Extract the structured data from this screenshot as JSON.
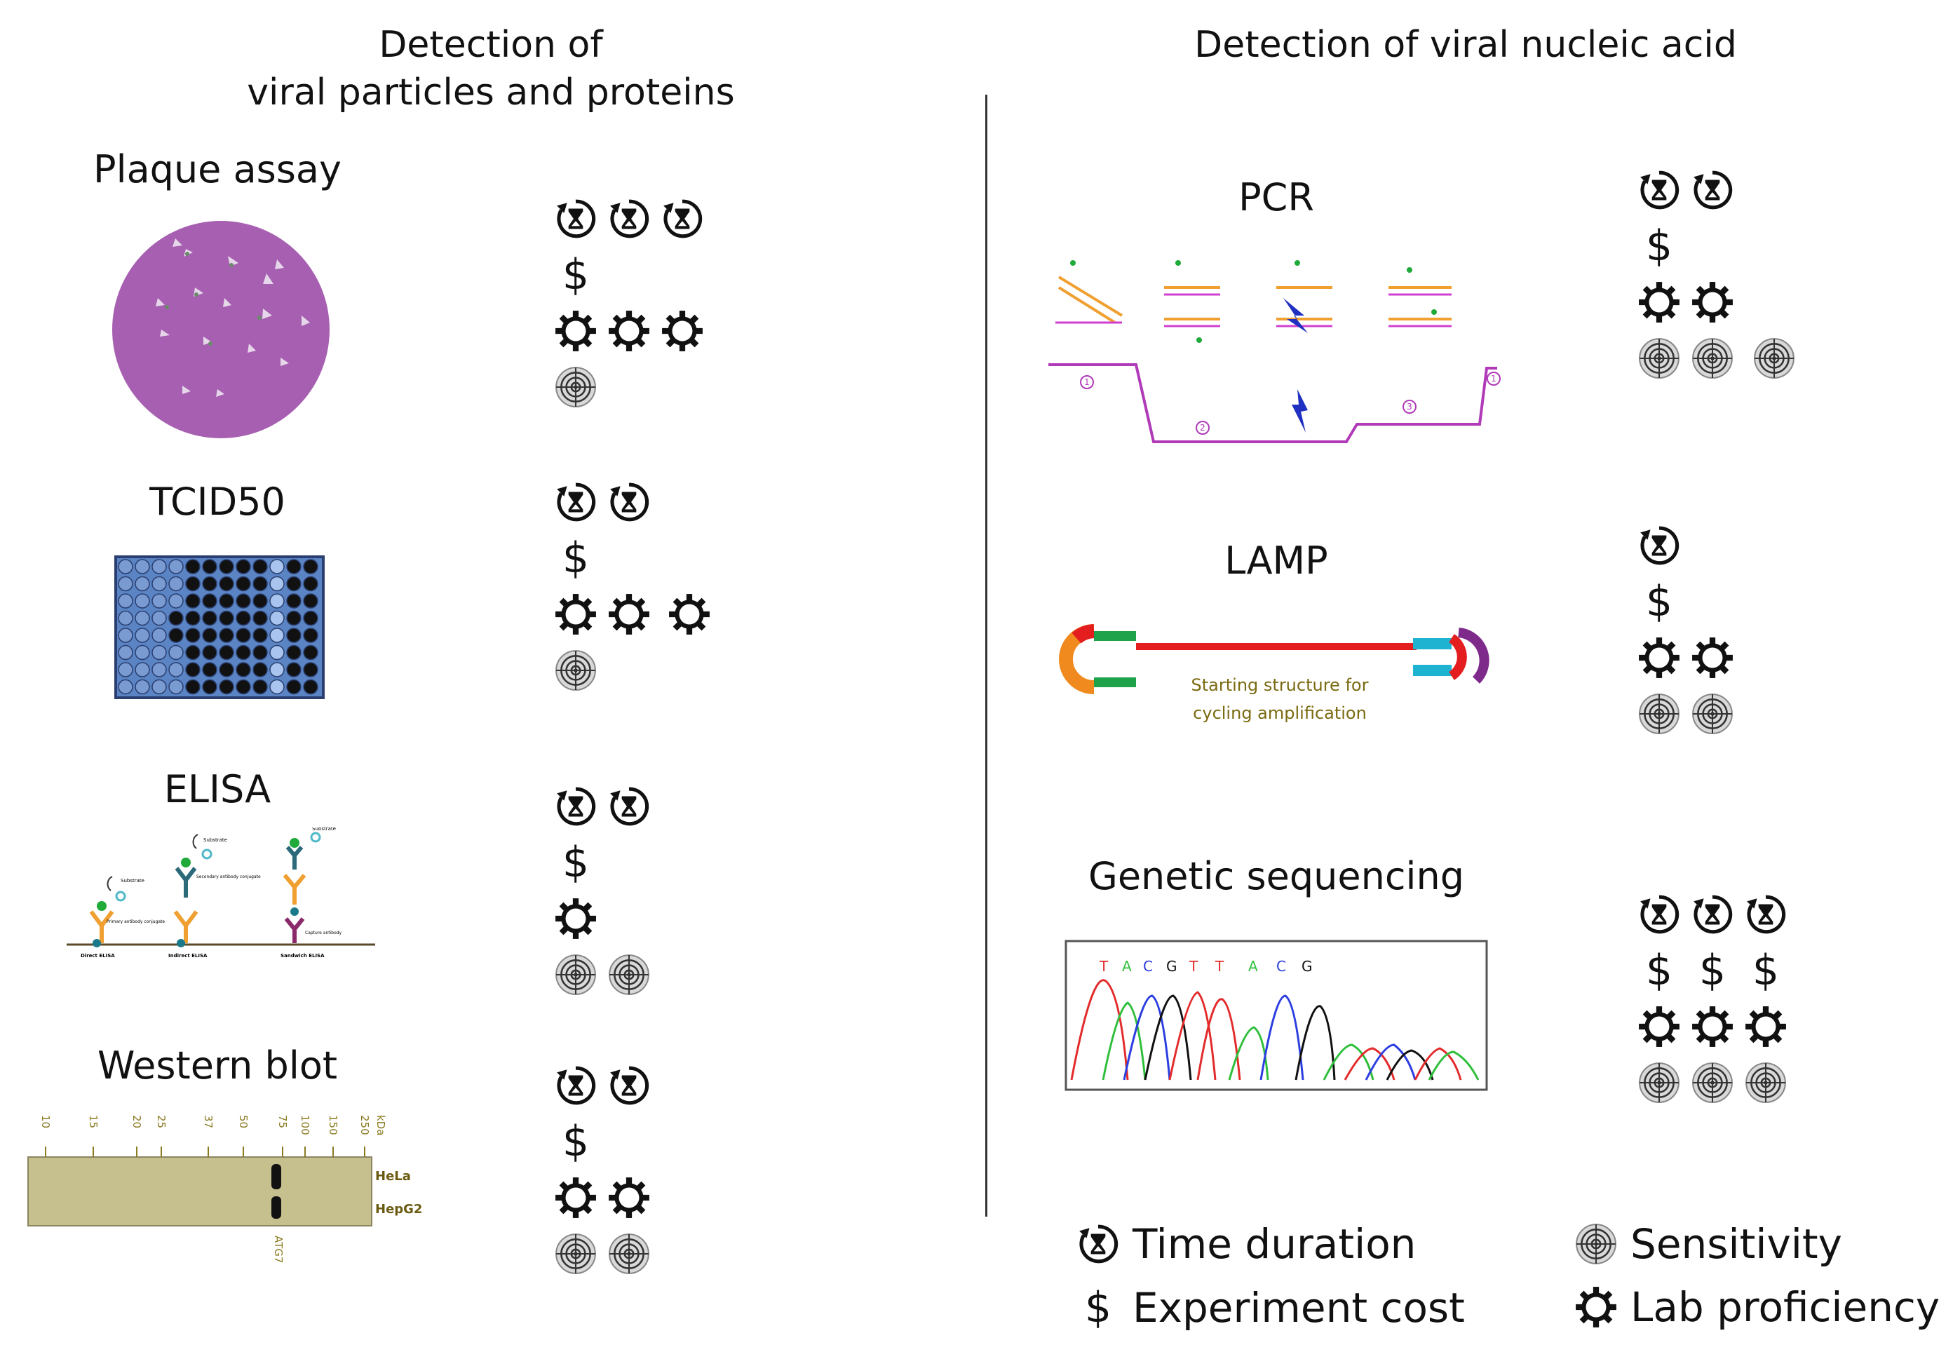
{
  "left_header": {
    "line1": "Detection of",
    "line2": "viral particles and proteins"
  },
  "right_header": "Detection of viral nucleic acid",
  "methods": {
    "plaque": {
      "title": "Plaque assay",
      "time": 3,
      "cost": 1,
      "proficiency": 3,
      "sensitivity": 1
    },
    "tcid50": {
      "title": "TCID50",
      "time": 2,
      "cost": 1,
      "proficiency": 3,
      "sensitivity": 1
    },
    "elisa": {
      "title": "ELISA",
      "time": 2,
      "cost": 1,
      "proficiency": 1,
      "sensitivity": 2,
      "labels": {
        "substrate": "Substrate",
        "primary": "Primary antibody conjugate",
        "secondary": "Secondary antibody conjugate",
        "capture": "Capture antibody",
        "direct": "Direct ELISA",
        "indirect": "Indirect ELISA",
        "sandwich": "Sandwich ELISA"
      }
    },
    "western": {
      "title": "Western blot",
      "time": 2,
      "cost": 1,
      "proficiency": 2,
      "sensitivity": 2,
      "ladder": [
        "10",
        "15",
        "20",
        "25",
        "37",
        "50",
        "75",
        "100",
        "150",
        "250"
      ],
      "unit": "kDa",
      "lanes": [
        "HeLa",
        "HepG2"
      ],
      "target": "ATG7"
    },
    "pcr": {
      "title": "PCR",
      "time": 2,
      "cost": 1,
      "proficiency": 2,
      "sensitivity": 3,
      "steps": [
        "1",
        "2",
        "3",
        "1"
      ]
    },
    "lamp": {
      "title": "LAMP",
      "time": 1,
      "cost": 1,
      "proficiency": 2,
      "sensitivity": 2,
      "caption1": "Starting structure for",
      "caption2": "cycling amplification"
    },
    "seq": {
      "title": "Genetic sequencing",
      "time": 3,
      "cost": 3,
      "proficiency": 3,
      "sensitivity": 3,
      "bases": [
        "T",
        "A",
        "C",
        "G",
        "T",
        "T",
        "A",
        "C",
        "G"
      ]
    }
  },
  "legend": {
    "time": "Time duration",
    "cost": "Experiment cost",
    "sensitivity": "Sensitivity",
    "proficiency": "Lab proficiency"
  },
  "colors": {
    "plaque": "#a75fb1",
    "plate": "#5b84c4",
    "blot": "#c5c08d",
    "lamp_red": "#e41e1e",
    "lamp_green": "#1fa34a",
    "lamp_cyan": "#1fb3d2",
    "lamp_purple": "#7d2a8a",
    "lamp_orange": "#f08a1e",
    "pcr_line": "#b03ab8",
    "base_T": "#e32b2b",
    "base_A": "#2fbf3b",
    "base_C": "#2c3ee0",
    "base_G": "#111111"
  },
  "icons": {
    "time": "hourglass-cycle-icon",
    "cost": "dollar-icon",
    "proficiency": "gear-icon",
    "sensitivity": "target-icon"
  }
}
